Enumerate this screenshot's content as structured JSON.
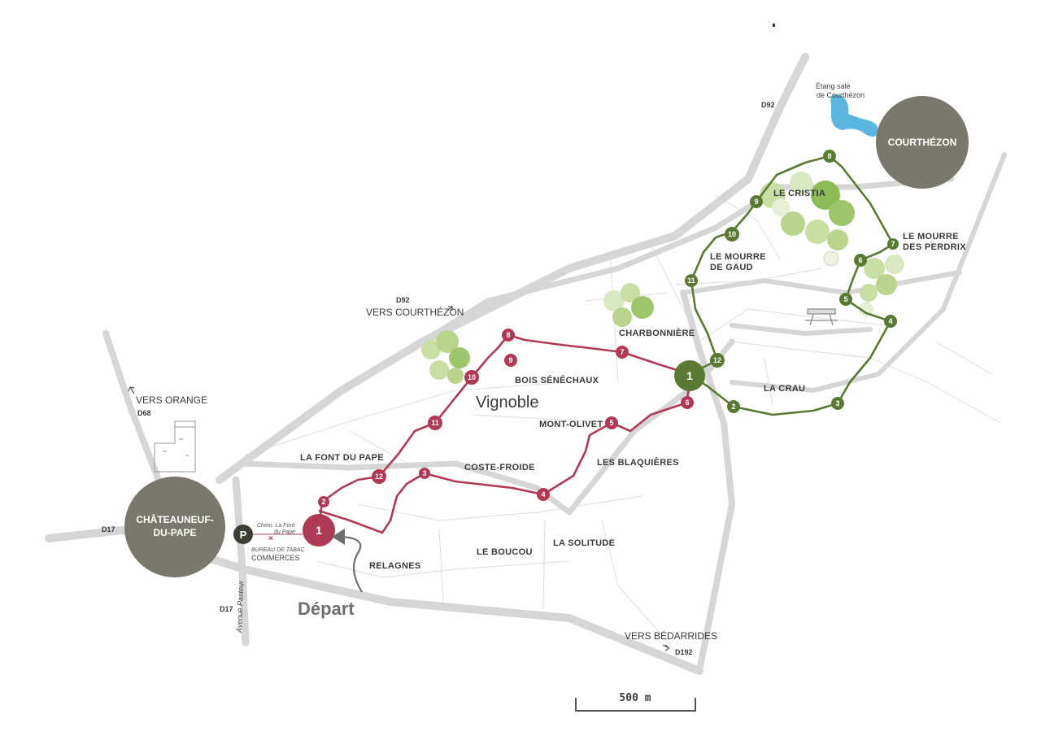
{
  "map": {
    "towns": {
      "chateauneuf": [
        "CHÂTEAUNEUF-",
        "DU-PAPE"
      ],
      "courthezon": "COURTHÉZON"
    },
    "roads": {
      "d17_left": "D17",
      "d17_bottom": "D17",
      "d68": "D68",
      "d92_top": "D92",
      "d92_mid": "D92",
      "d192": "D192",
      "avenue_pasteur": "Avenue Pasteur"
    },
    "directions": {
      "orange": "VERS ORANGE",
      "courthezon": "VERS COURTHÉZON",
      "bedarrides": "VERS BÉDARRIDES"
    },
    "places": {
      "la_font_du_pape": "LA FONT DU PAPE",
      "bois_senechaux": "BOIS SÉNÉCHAUX",
      "charbonniere": "CHARBONNIÈRE",
      "mont_olivet": "MONT-OLIVET",
      "coste_froide": "COSTE-FROIDE",
      "les_blaquieres": "LES BLAQUIÈRES",
      "la_crau": "LA CRAU",
      "relagnes": "RELAGNES",
      "le_boucou": "LE BOUCOU",
      "la_solitude": "LA SOLITUDE",
      "le_cristia": "LE CRISTIA",
      "le_mourre_de_gaud": [
        "LE MOURRE",
        "DE GAUD"
      ],
      "le_mourre_des_perdrix": [
        "LE MOURRE",
        "DES PERDRIX"
      ],
      "vignoble": "Vignoble",
      "etang": [
        "Étang salé",
        "de Courthézon"
      ]
    },
    "start": {
      "depart": "Départ",
      "parking": "P",
      "chemin": [
        "Chem. La Font",
        "du Pape"
      ],
      "bureau": "BUREAU DE TABAC",
      "commerces": "COMMERCES"
    },
    "red_route": {
      "color": "#b03a56",
      "start_label": "1",
      "waypoints": [
        "2",
        "3",
        "4",
        "5",
        "6",
        "7",
        "8",
        "9",
        "10",
        "11",
        "12"
      ]
    },
    "green_route": {
      "color": "#5a7a33",
      "start_label": "1",
      "waypoints": [
        "2",
        "3",
        "4",
        "5",
        "6",
        "7",
        "8",
        "9",
        "10",
        "11",
        "12"
      ]
    },
    "scale": {
      "label": "500 m"
    },
    "colors": {
      "road": "#d9d9d9",
      "town": "#7a786c",
      "lake": "#5bb6df",
      "trees_light": "#b9d48d",
      "trees_dark": "#8dbb55"
    }
  }
}
